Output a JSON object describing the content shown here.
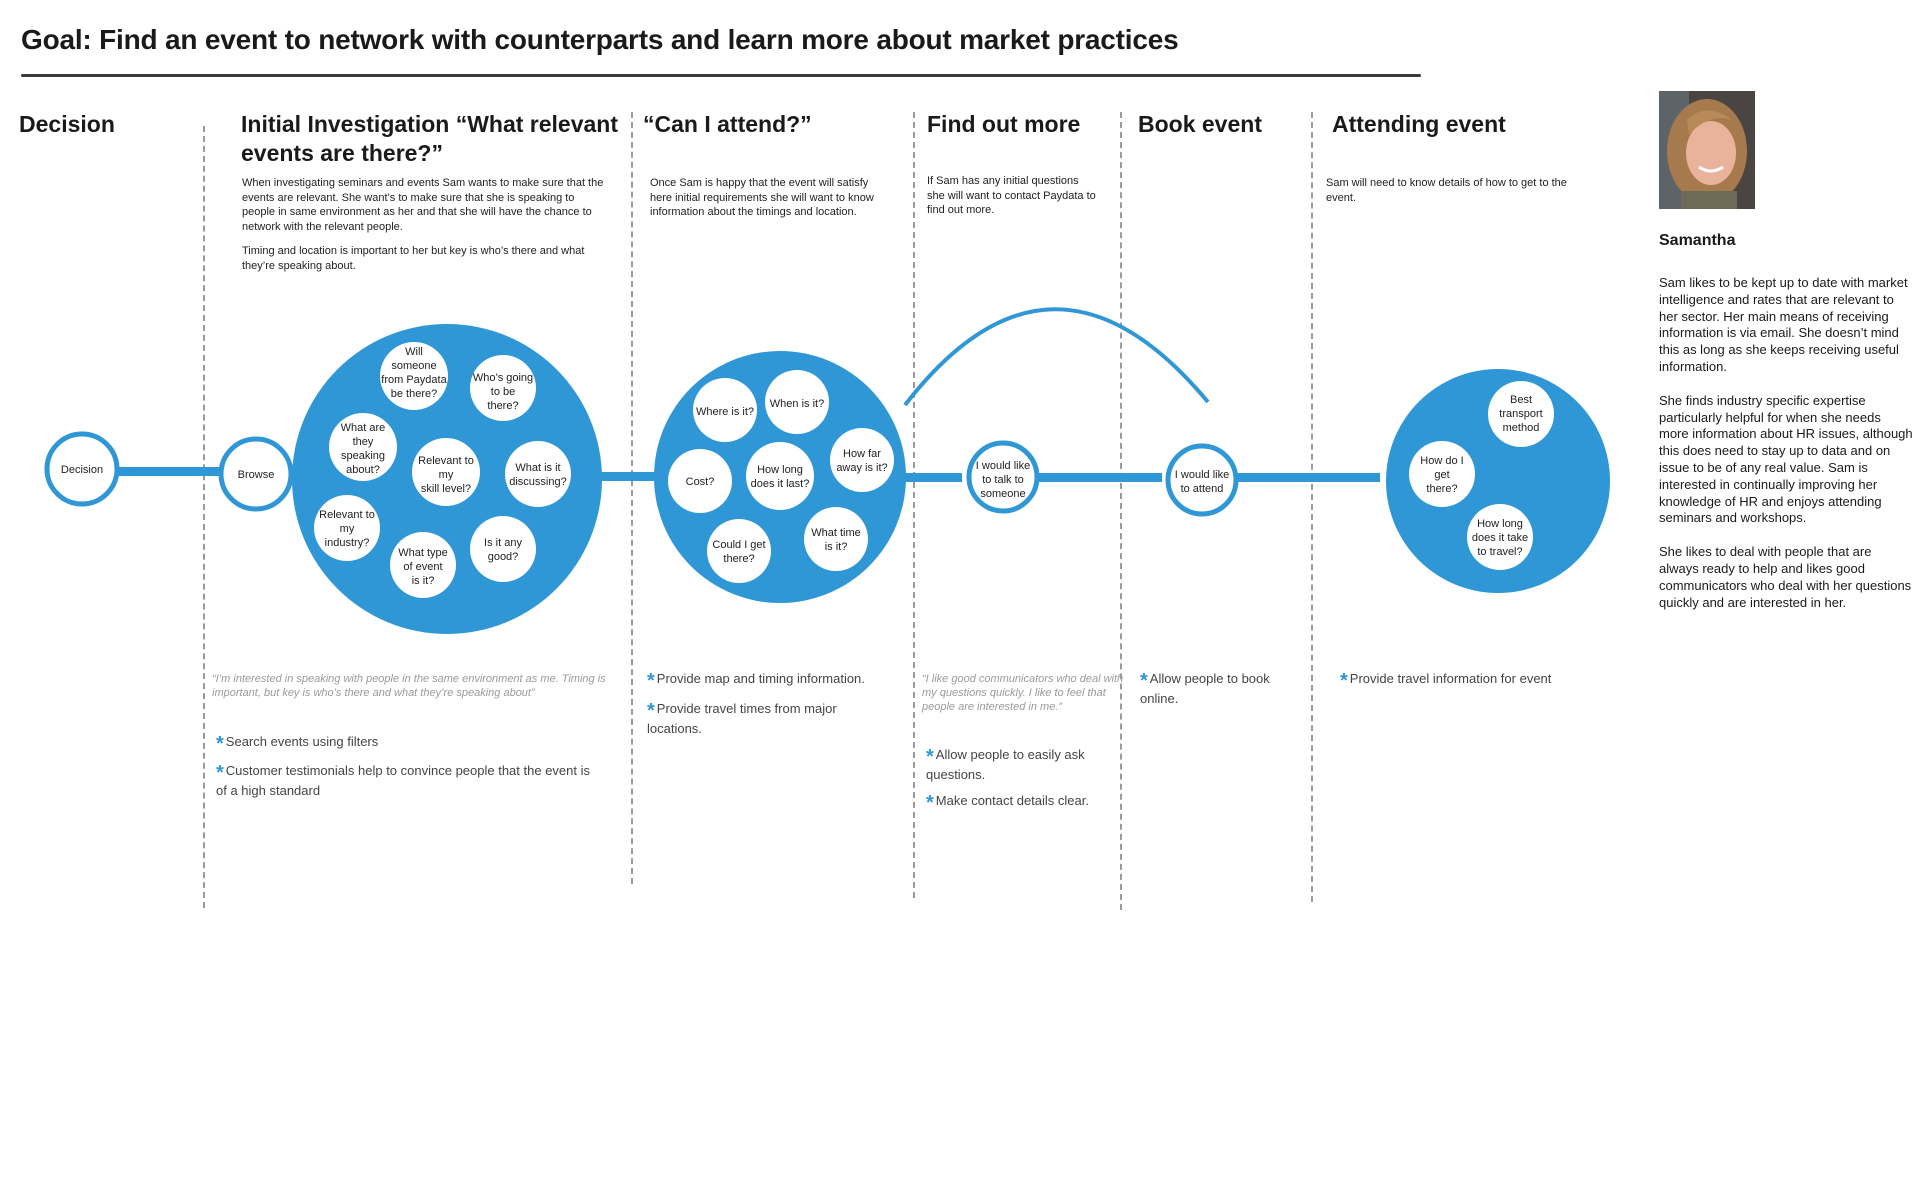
{
  "goal": "Goal:  Find an event to network with counterparts and learn more about market practices",
  "stages": [
    {
      "title": "Decision",
      "description": ""
    },
    {
      "title": "Initial Investigation “What relevant events are there?”",
      "description": [
        "When investigating seminars and events Sam wants to make sure that the events are relevant.  She want’s to make sure that she is speaking to people in same environment as her and that she will have the chance to network with the relevant people.",
        "Timing and location is important to her but key is who’s there and what they’re speaking about."
      ]
    },
    {
      "title": "“Can I attend?”",
      "description": [
        "Once Sam is happy that the event will satisfy here initial requirements she will want to know information about the timings and location."
      ]
    },
    {
      "title": "Find out more",
      "description": [
        "If Sam has any initial questions she will want to contact Paydata to find out more."
      ]
    },
    {
      "title": "Book event",
      "description": ""
    },
    {
      "title": "Attending event",
      "description": [
        "Sam will need to know details of how to get to the event."
      ]
    }
  ],
  "nodes": {
    "decision": "Decision",
    "browse": "Browse",
    "talk": "I would like to talk to someone",
    "attend": "I would like to attend"
  },
  "clusters": {
    "investigation": [
      "Will someone from Paydata be there?",
      "Who’s going to be there?",
      "What are they speaking about?",
      "Relevant to my skill level?",
      "What is it discussing?",
      "Relevant to my industry?",
      "What type of event is it?",
      "Is it any good?"
    ],
    "attend": [
      "Where is it?",
      "When is it?",
      "How far away is it?",
      "Cost?",
      "How long does it last?",
      "Could I get there?",
      "What time is it?"
    ],
    "attending": [
      "Best transport method",
      "How do I get there?",
      "How long does it take to travel?"
    ]
  },
  "quotes": {
    "investigation": "“I’m interested in speaking with people in the same environment as me.  Timing is important, but key is who’s there and what they’re speaking about”",
    "find_out_more": "“I like good communicators who deal with my questions quickly.  I like to feel that people are interested in me.”"
  },
  "recommendations": {
    "investigation": [
      "Search events using filters",
      "Customer testimonials help to convince people that the event is of a high standard"
    ],
    "attend": [
      "Provide map and timing information.",
      "Provide travel times from major locations."
    ],
    "find_out_more": [
      "Allow people to easily ask questions.",
      "Make contact details clear."
    ],
    "book": [
      "Allow people to book online."
    ],
    "attending": [
      "Provide travel information for event"
    ]
  },
  "persona": {
    "name": "Samantha",
    "photo_icon": "persona-photo",
    "paragraphs": [
      "Sam likes to be kept up to date with market intelligence and rates that are relevant to her sector.  Her main means of receiving information is via email.  She doesn’t mind this as long as she keeps receiving useful information.",
      "She finds industry specific expertise particularly helpful for when she needs more information about HR issues, although this does need to stay up to data and on issue to be of any real value.  Sam is interested in continually improving her knowledge of HR and enjoys attending seminars and workshops.",
      "She likes to deal with people that are always ready to help and likes good communicators who deal with her questions quickly and are interested in her."
    ]
  },
  "colors": {
    "accent": "#2f97d5",
    "text": "#1a1a1a",
    "muted": "#9a9a9a"
  },
  "icons": {
    "bullet": "asterisk-bullet-icon"
  }
}
